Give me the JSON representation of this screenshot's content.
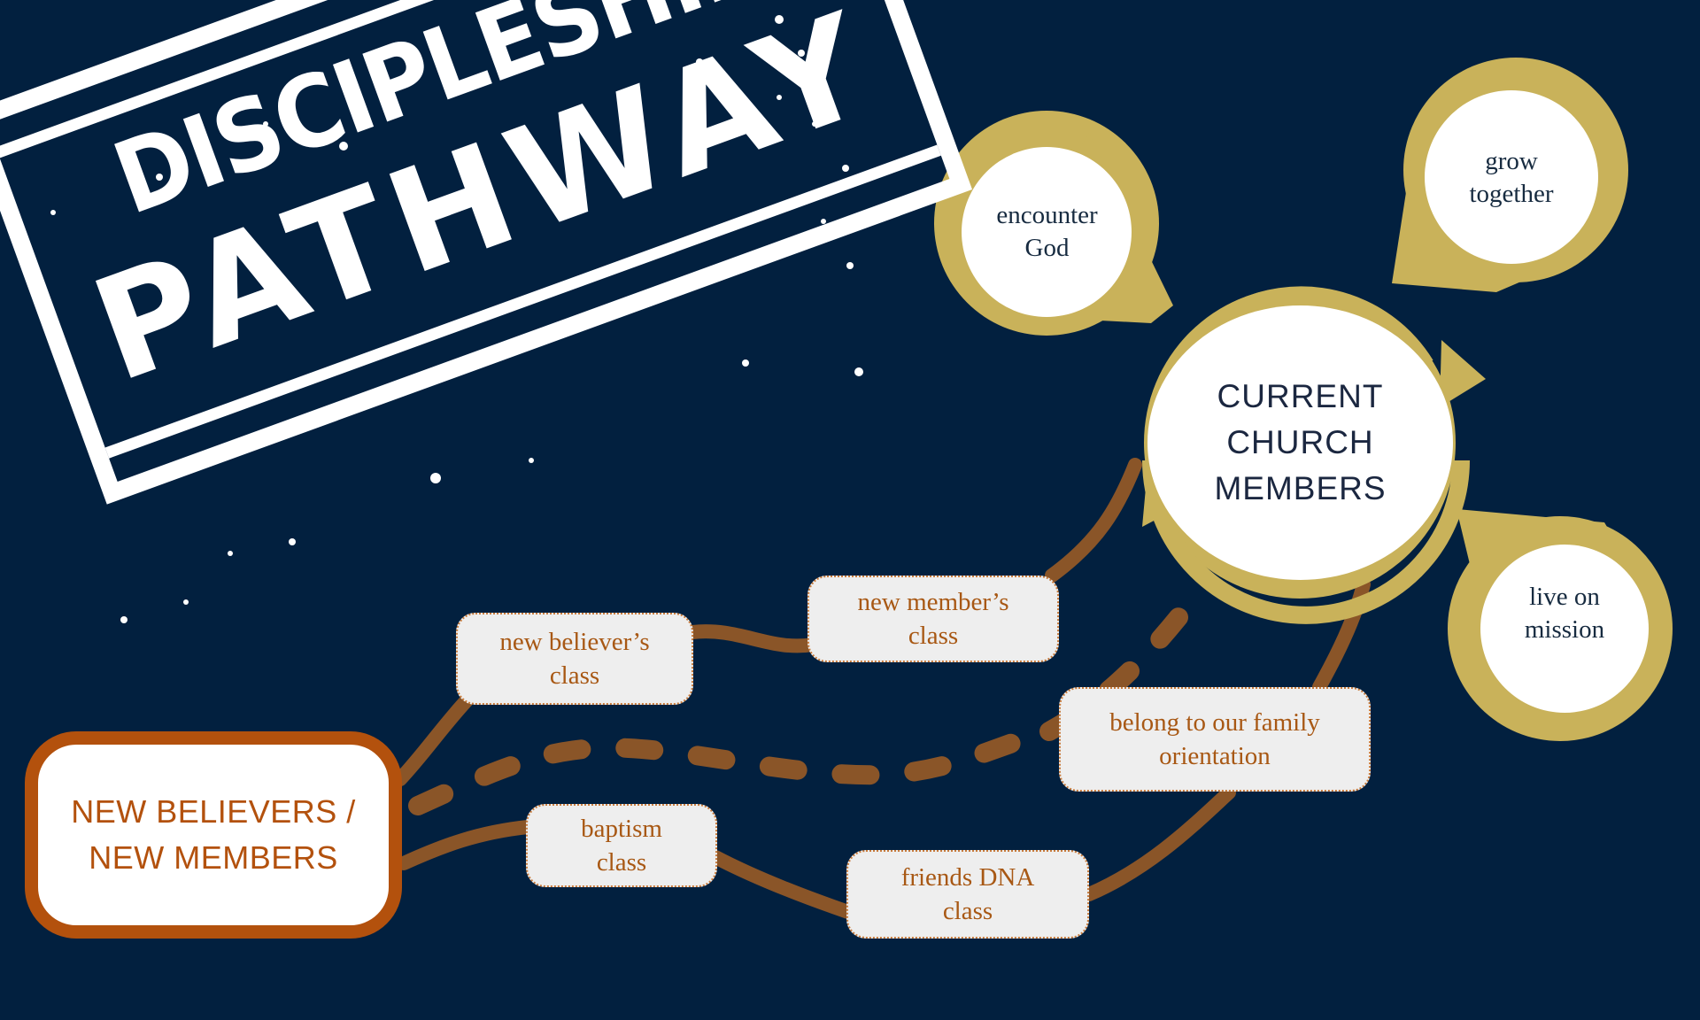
{
  "title": {
    "line1": "DISCIPLESHIP",
    "line2": "PATHWAY"
  },
  "start": {
    "line1": "NEW BELIEVERS /",
    "line2": "NEW MEMBERS"
  },
  "center": {
    "line1": "CURRENT",
    "line2": "CHURCH",
    "line3": "MEMBERS"
  },
  "pins": {
    "encounter": {
      "line1": "encounter",
      "line2": "God"
    },
    "grow": {
      "line1": "grow",
      "line2": "together"
    },
    "mission": {
      "line1": "live on",
      "line2": "mission"
    }
  },
  "steps": {
    "new_believer": {
      "line1": "new believer’s",
      "line2": "class"
    },
    "new_member": {
      "line1": "new member’s",
      "line2": "class"
    },
    "baptism": {
      "line1": "baptism",
      "line2": "class"
    },
    "friends_dna": {
      "line1": "friends DNA",
      "line2": "class"
    },
    "belong": {
      "line1": "belong to our family",
      "line2": "orientation"
    }
  },
  "colors": {
    "background": "#02203f",
    "gold": "#c9b25a",
    "path": "#8a5528",
    "start_border": "#b3510d",
    "step_text": "#a85814",
    "white": "#ffffff"
  }
}
